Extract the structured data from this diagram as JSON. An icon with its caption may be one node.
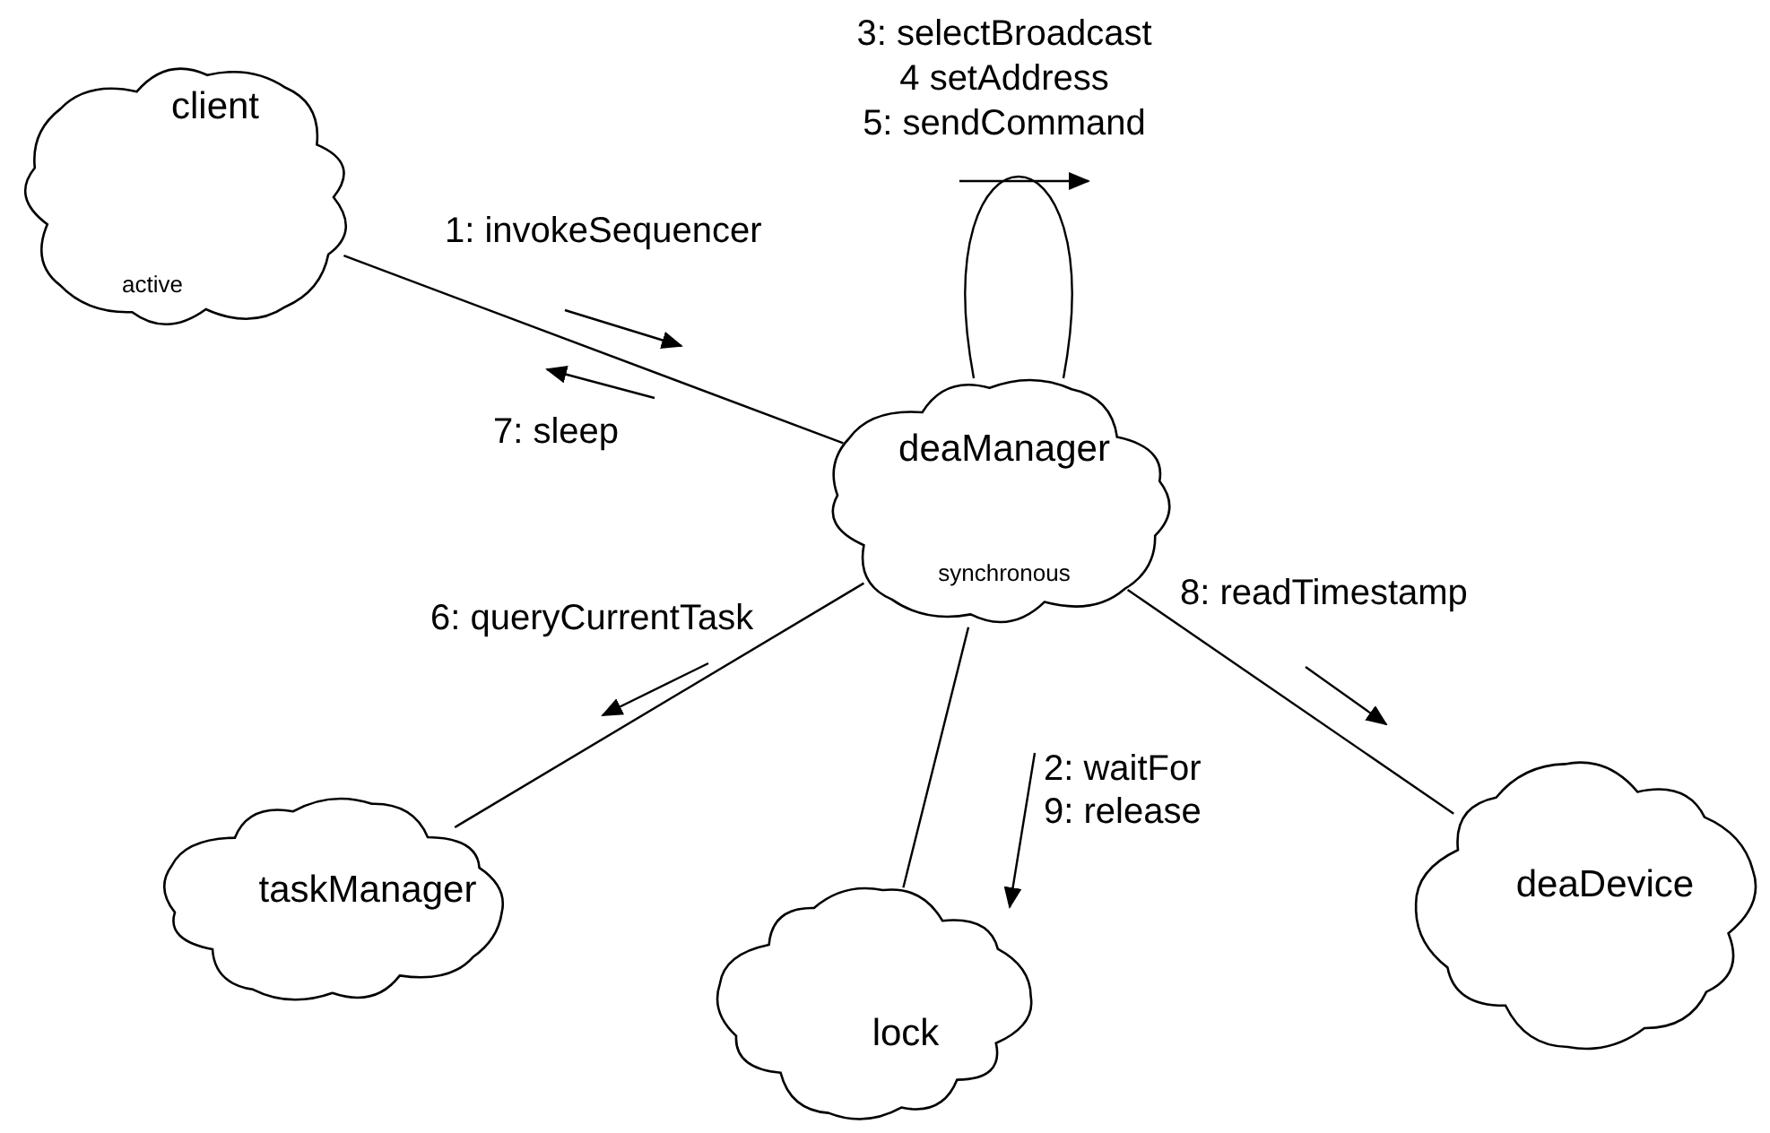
{
  "diagram": {
    "nodes": [
      {
        "text": [
          "client",
          "active"
        ]
      },
      {
        "text": [
          "deaManager",
          "synchronous"
        ]
      },
      {
        "text": [
          "taskManager"
        ]
      },
      {
        "text": [
          "lock"
        ]
      },
      {
        "text": [
          "deaDevice"
        ]
      }
    ],
    "edges": [
      {
        "from": 0,
        "to": 1,
        "arrow": "none"
      },
      {
        "from": 1,
        "to": 1,
        "arrow": "none"
      },
      {
        "from": 1,
        "to": 2,
        "arrow": "none"
      },
      {
        "from": 1,
        "to": 3,
        "arrow": "none"
      },
      {
        "from": 1,
        "to": 4,
        "arrow": "none"
      }
    ],
    "labels": [
      "3: selectBroadcast",
      "4 setAddress",
      "5: sendCommand",
      "1: invokeSequencer",
      "7: sleep",
      "6: queryCurrentTask",
      "8: readTimestamp",
      "2: waitFor",
      "9: release"
    ]
  }
}
